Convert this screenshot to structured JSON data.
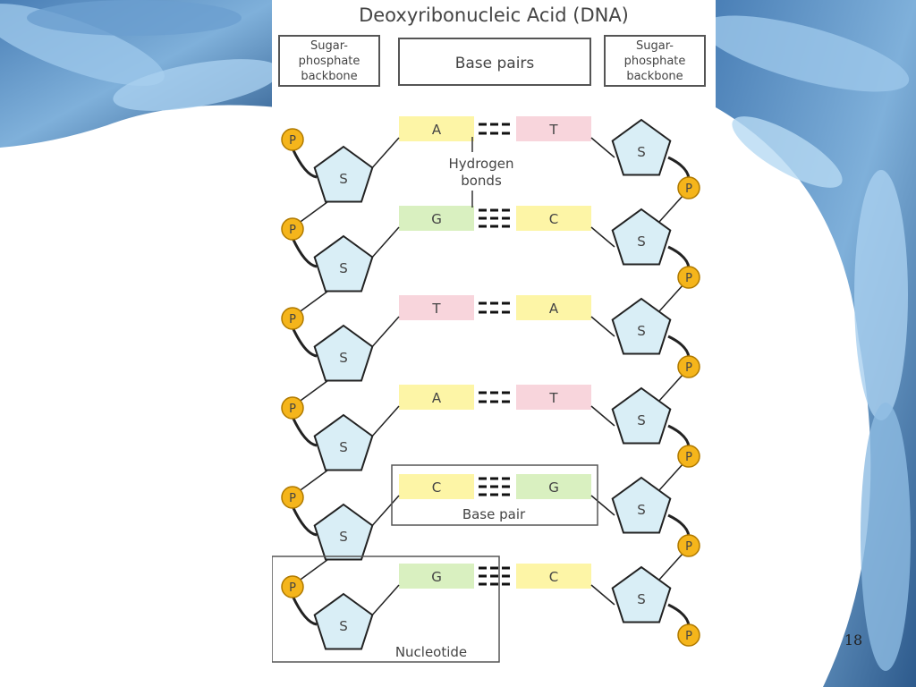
{
  "diagram": {
    "title": "Deoxyribonucleic Acid (DNA)",
    "header_left": [
      "Sugar-",
      "phosphate",
      "backbone"
    ],
    "header_center": "Base pairs",
    "header_right": [
      "Sugar-",
      "phosphate",
      "backbone"
    ],
    "phosphate_label": "P",
    "sugar_label": "S",
    "hydrogen_bonds_label": [
      "Hydrogen",
      "bonds"
    ],
    "base_pair_label": "Base pair",
    "nucleotide_label": "Nucleotide",
    "base_colors": {
      "A": "#fdf5a6",
      "T": "#f8d5dc",
      "G": "#d9f0c0",
      "C": "#fdf5a6"
    },
    "rows": [
      {
        "left": "A",
        "right": "T",
        "bonds": 2
      },
      {
        "left": "G",
        "right": "C",
        "bonds": 3
      },
      {
        "left": "T",
        "right": "A",
        "bonds": 2
      },
      {
        "left": "A",
        "right": "T",
        "bonds": 2
      },
      {
        "left": "C",
        "right": "G",
        "bonds": 3
      },
      {
        "left": "G",
        "right": "C",
        "bonds": 3
      }
    ]
  },
  "page_number": "18"
}
